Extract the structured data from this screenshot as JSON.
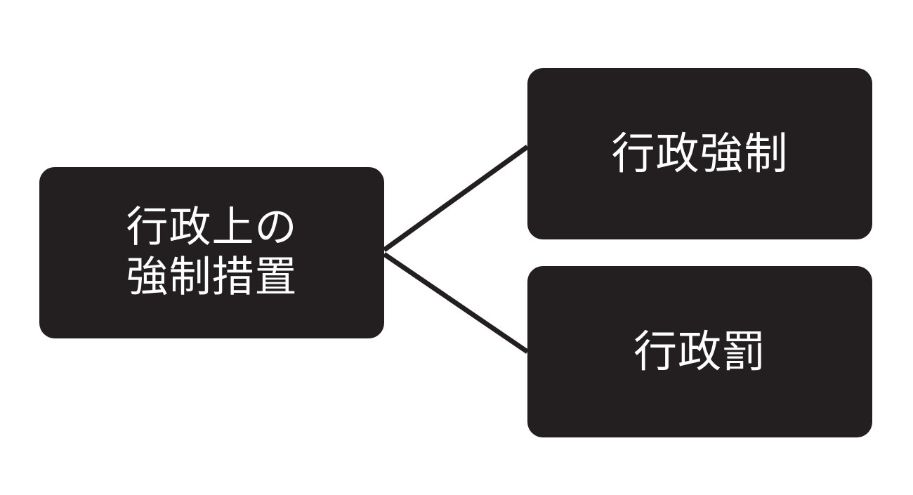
{
  "diagram": {
    "type": "tree",
    "root": {
      "line1": "行政上の",
      "line2": "強制措置"
    },
    "children": [
      {
        "label": "行政強制"
      },
      {
        "label": "行政罰"
      }
    ],
    "colors": {
      "node_fill": "#231f20",
      "node_text": "#ffffff",
      "connector": "#231f20",
      "background": "#ffffff"
    }
  }
}
